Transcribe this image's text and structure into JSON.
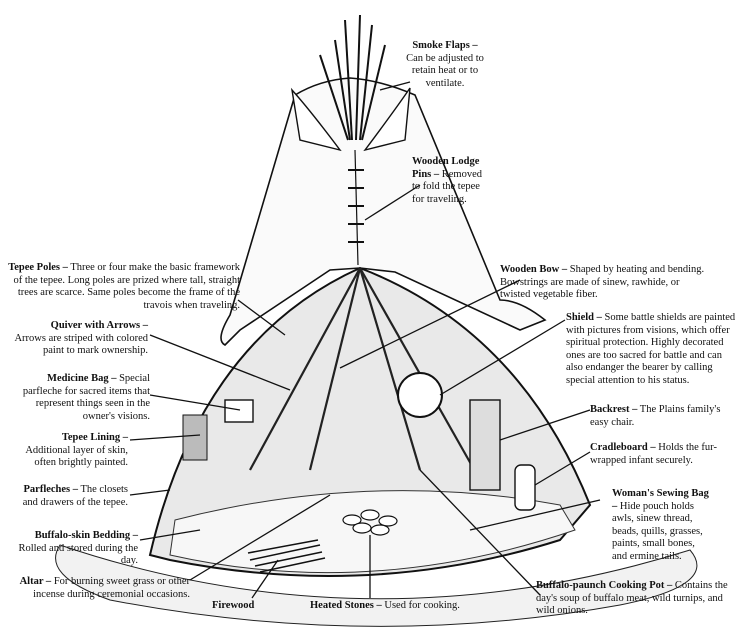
{
  "labels": {
    "smoke_flaps": {
      "title": "Smoke Flaps –",
      "text": "Can be adjusted to retain heat or to ventilate."
    },
    "lodge_pins": {
      "title": "Wooden Lodge Pins –",
      "text": "Removed to fold the tepee for traveling."
    },
    "tepee_poles": {
      "title": "Tepee Poles –",
      "text": "Three or four make the basic framework of the tepee. Long poles are prized where tall, straight trees are scarce. Same poles become the frame of the travois when traveling."
    },
    "wooden_bow": {
      "title": "Wooden Bow –",
      "text": "Shaped by heating and bending. Bowstrings are made of sinew, rawhide, or twisted vegetable fiber."
    },
    "quiver": {
      "title": "Quiver with Arrows –",
      "text": "Arrows are striped with colored paint to mark ownership."
    },
    "shield": {
      "title": "Shield –",
      "text": "Some battle shields are painted with pictures from visions, which offer spiritual protection. Highly decorated ones are too sacred for battle and can also endanger the bearer by calling special attention to his status."
    },
    "medicine_bag": {
      "title": "Medicine Bag –",
      "text": "Special parfleche for sacred items that represent things seen in the owner's visions."
    },
    "backrest": {
      "title": "Backrest –",
      "text": "The Plains family's easy chair."
    },
    "tepee_lining": {
      "title": "Tepee Lining –",
      "text": "Additional layer of skin, often brightly painted."
    },
    "cradleboard": {
      "title": "Cradleboard –",
      "text": "Holds the fur-wrapped infant securely."
    },
    "parfleches": {
      "title": "Parfleches –",
      "text": "The closets and drawers of the tepee."
    },
    "sewing_bag": {
      "title": "Woman's Sewing Bag –",
      "text": "Hide pouch holds awls, sinew thread, beads, quills, grasses, paints, small bones, and ermine tails."
    },
    "bedding": {
      "title": "Buffalo-skin Bedding –",
      "text": "Rolled and stored during the day."
    },
    "altar": {
      "title": "Altar –",
      "text": "For burning sweet grass or other incense during ceremonial occasions."
    },
    "firewood": {
      "title": "Firewood",
      "text": ""
    },
    "heated_stones": {
      "title": "Heated Stones –",
      "text": "Used for cooking."
    },
    "cooking_pot": {
      "title": "Buffalo-paunch Cooking Pot –",
      "text": "Contains the day's soup of buffalo meat, wild turnips, and wild onions."
    }
  }
}
